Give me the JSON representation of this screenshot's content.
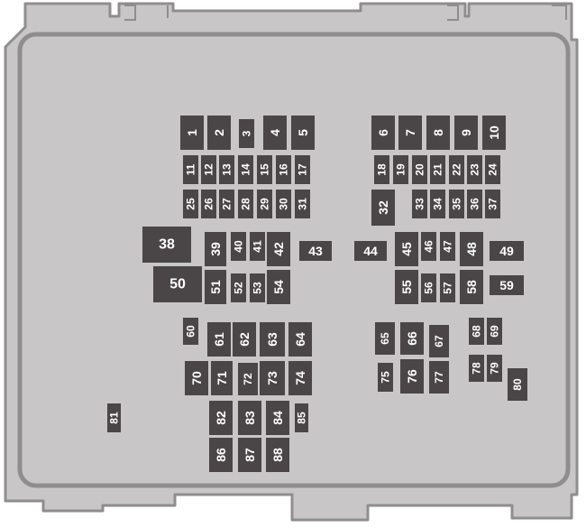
{
  "diagram": {
    "colors": {
      "housing_fill": "#c8c6c7",
      "housing_stroke": "#8f8d8e",
      "fuse_fill": "#4a4647",
      "fuse_text": "#ffffff"
    },
    "fuses": [
      "1",
      "2",
      "3",
      "4",
      "5",
      "6",
      "7",
      "8",
      "9",
      "10",
      "11",
      "12",
      "13",
      "14",
      "15",
      "16",
      "17",
      "18",
      "19",
      "20",
      "21",
      "22",
      "23",
      "24",
      "25",
      "26",
      "27",
      "28",
      "29",
      "30",
      "31",
      "32",
      "33",
      "34",
      "35",
      "36",
      "37",
      "38",
      "39",
      "40",
      "41",
      "42",
      "43",
      "44",
      "45",
      "46",
      "47",
      "48",
      "49",
      "50",
      "51",
      "52",
      "53",
      "54",
      "55",
      "56",
      "57",
      "58",
      "59",
      "60",
      "61",
      "62",
      "63",
      "64",
      "65",
      "66",
      "67",
      "68",
      "69",
      "70",
      "71",
      "72",
      "73",
      "74",
      "75",
      "76",
      "77",
      "78",
      "79",
      "80",
      "81",
      "82",
      "83",
      "84",
      "85",
      "86",
      "87",
      "88"
    ]
  }
}
